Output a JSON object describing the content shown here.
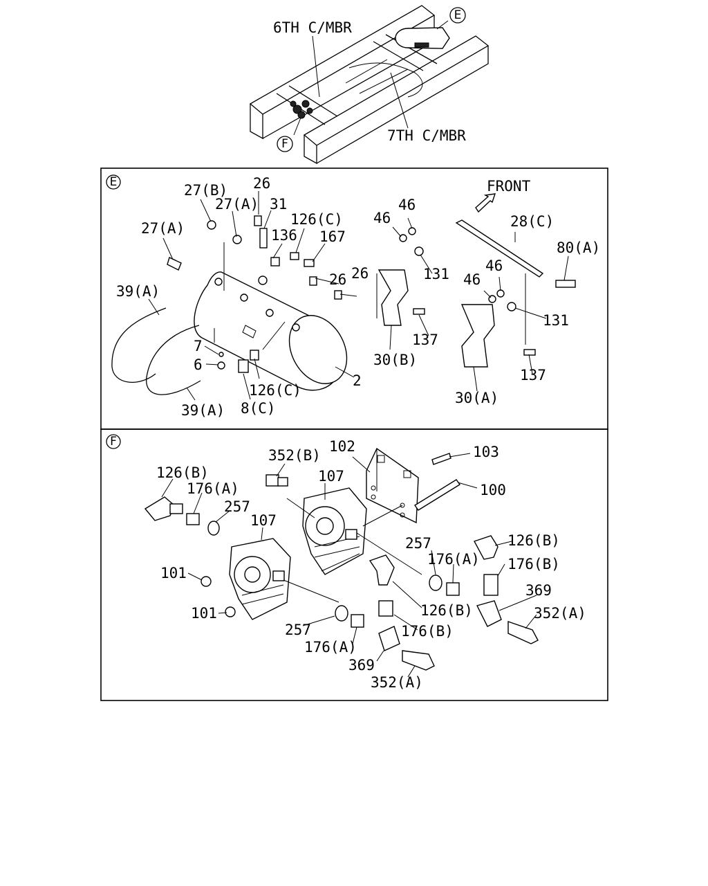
{
  "overview": {
    "label_6th": "6TH C/MBR",
    "label_7th": "7TH C/MBR",
    "callout_e": "E",
    "callout_f": "F"
  },
  "panel_e": {
    "marker": "E",
    "front_label": "FRONT",
    "labels": {
      "l27b": "27(B)",
      "l27a_top": "27(A)",
      "l26_top": "26",
      "l31": "31",
      "l27a_left": "27(A)",
      "l136": "136",
      "l126c_top": "126(C)",
      "l167": "167",
      "l26_mid": "26",
      "l26_right": "26",
      "l39a_top": "39(A)",
      "l7": "7",
      "l6": "6",
      "l39a_bot": "39(A)",
      "l126c_bot": "126(C)",
      "l8c": "8(C)",
      "l2": "2",
      "l46a": "46",
      "l46b": "46",
      "l131_top": "131",
      "l137_left": "137",
      "l30b": "30(B)",
      "l28c": "28(C)",
      "l80a": "80(A)",
      "l46c": "46",
      "l46d": "46",
      "l131_right": "131",
      "l137_right": "137",
      "l30a": "30(A)"
    }
  },
  "panel_f": {
    "marker": "F",
    "labels": {
      "l352b": "352(B)",
      "l102": "102",
      "l103": "103",
      "l126b_left": "126(B)",
      "l107_top": "107",
      "l100": "100",
      "l176a_left": "176(A)",
      "l257_left": "257",
      "l107_mid": "107",
      "l126b_right": "126(B)",
      "l257_right": "257",
      "l176a_right": "176(A)",
      "l176b_right": "176(B)",
      "l101_top": "101",
      "l369_right": "369",
      "l126b_mid": "126(B)",
      "l352a_right": "352(A)",
      "l101_bot": "101",
      "l257_bot": "257",
      "l176b_mid": "176(B)",
      "l176a_bot": "176(A)",
      "l369_bot": "369",
      "l352a_bot": "352(A)"
    }
  }
}
